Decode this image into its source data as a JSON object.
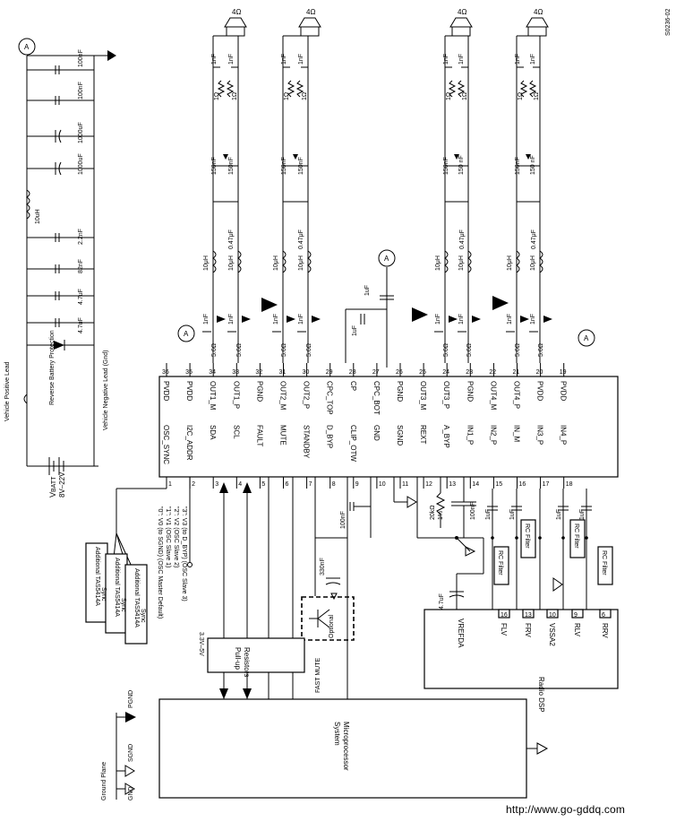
{
  "figure_id": "S0236-02",
  "watermark_url": "http://www.go-gddq.com",
  "chip": {
    "top_pins": [
      {
        "num": "36",
        "name": "PVDD"
      },
      {
        "num": "35",
        "name": "PVDD"
      },
      {
        "num": "34",
        "name": "OUT1_M"
      },
      {
        "num": "33",
        "name": "OUT1_P"
      },
      {
        "num": "32",
        "name": "PGND"
      },
      {
        "num": "31",
        "name": "OUT2_M"
      },
      {
        "num": "30",
        "name": "OUT2_P"
      },
      {
        "num": "29",
        "name": "CPC_TOP"
      },
      {
        "num": "28",
        "name": "CP"
      },
      {
        "num": "27",
        "name": "CPC_BOT"
      },
      {
        "num": "26",
        "name": "PGND"
      },
      {
        "num": "25",
        "name": "OUT3_M"
      },
      {
        "num": "24",
        "name": "OUT3_P"
      },
      {
        "num": "23",
        "name": "PGND"
      },
      {
        "num": "22",
        "name": "OUT4_M"
      },
      {
        "num": "21",
        "name": "OUT4_P"
      },
      {
        "num": "20",
        "name": "PVDD"
      },
      {
        "num": "19",
        "name": "PVDD"
      }
    ],
    "bottom_pins": [
      {
        "num": "1",
        "name": "OSC_SYNC"
      },
      {
        "num": "2",
        "name": "I2C_ADDR"
      },
      {
        "num": "3",
        "name": "SDA"
      },
      {
        "num": "4",
        "name": "SCL"
      },
      {
        "num": "5",
        "name": "FAULT"
      },
      {
        "num": "6",
        "name": "MUTE"
      },
      {
        "num": "7",
        "name": "STANDBY"
      },
      {
        "num": "8",
        "name": "D_BYP"
      },
      {
        "num": "9",
        "name": "CLIP_OTW"
      },
      {
        "num": "10",
        "name": "GND"
      },
      {
        "num": "11",
        "name": "SGND"
      },
      {
        "num": "12",
        "name": "REXT"
      },
      {
        "num": "13",
        "name": "A_BYP"
      },
      {
        "num": "14",
        "name": "IN1_P"
      },
      {
        "num": "15",
        "name": "IN2_P"
      },
      {
        "num": "16",
        "name": "IN_M"
      },
      {
        "num": "17",
        "name": "IN3_P"
      },
      {
        "num": "18",
        "name": "IN4_P"
      }
    ]
  },
  "speakers": {
    "label": "4Ω"
  },
  "output_filter": {
    "cap_1nf": "1nF",
    "res_1ohm": "1Ω",
    "cap_150nf": "150nF",
    "cap_150nf_alt": "150 nF",
    "cap_047": "0.47μF",
    "inductor": "10μH",
    "snub_cap": "1nF",
    "snub_res": "5.6Ω"
  },
  "supply": {
    "battery_label": "V",
    "battery_sub": "BATT",
    "battery_range": "8V–22V",
    "vehicle_positive": "Vehicle Positive Lead",
    "vehicle_negative": "Vehicle Negative Lead (Gnd)",
    "reverse_protection": "Reverse Battery Protection",
    "inductor": "10uH",
    "caps": [
      "100nF",
      "100nF",
      "1000uF",
      "1000uF",
      "2.2nF",
      "82nF",
      "4.7uF",
      "4.7uF"
    ]
  },
  "ammeter": "A",
  "charge_pump": {
    "cap_top": "1uF",
    "cap_left": "1uF"
  },
  "bypass": {
    "cap_dbyp": "100nF",
    "rext": "20kΩ",
    "rext_tol": "1%",
    "cap_abyp": "100nF",
    "in_caps": "1uF"
  },
  "mute": {
    "cap": "330nF",
    "optional": "Optional",
    "fast_mute": "FAST MUTE"
  },
  "i2c_addr_notes": [
    "\"0\": V0 (to SGND) (OSC Master Default)",
    "\"1\": V1 (OSC Slave 1)",
    "\"2\": V2 (OSC Slave 2)",
    "\"3\": V3 (to D_BYP) (OSC Slave 3)"
  ],
  "additional_chips": [
    "Additional TAS5414A",
    "Additional TAS5414A",
    "Additional TAS5414A"
  ],
  "sync_label": "Sync",
  "pullup": {
    "label": "Pull-up Resistors",
    "voltage": "3.3V–5V"
  },
  "microprocessor": {
    "line1": "System",
    "line2": "Microprocessor"
  },
  "ground": {
    "plane": "Ground Plane",
    "gnd": "GND",
    "sgnd": "SGND",
    "pgnd": "PGND"
  },
  "dsp": {
    "title": "Radio DSP",
    "pins": [
      {
        "num": "16",
        "name": "FLV"
      },
      {
        "num": "13",
        "name": "FRV"
      },
      {
        "num": "10",
        "name": "VSSA2"
      },
      {
        "num": "9",
        "name": "RLV"
      },
      {
        "num": "6",
        "name": "RRV"
      }
    ],
    "vrefda": "VREFDA",
    "vref_cap": "4.7uF"
  },
  "rc_filter": "RC Filter"
}
